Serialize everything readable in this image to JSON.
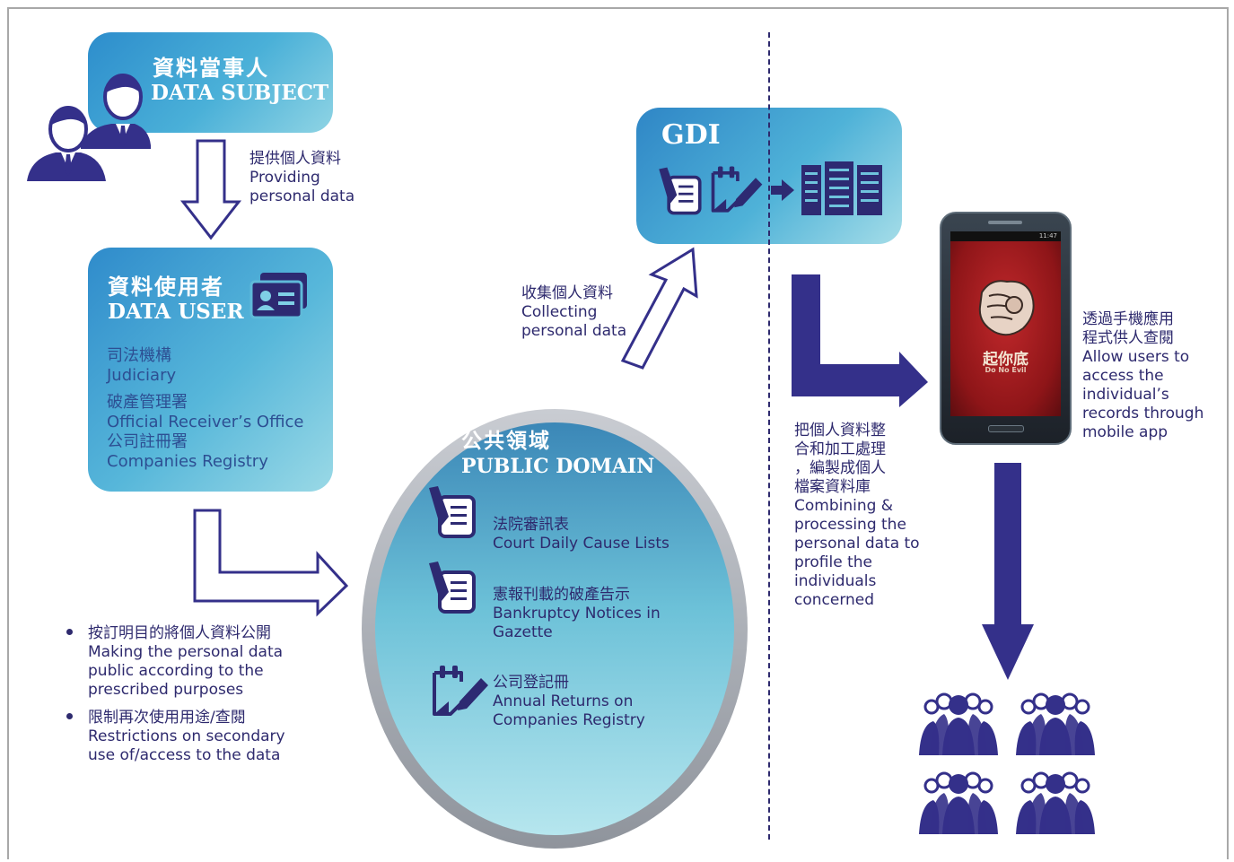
{
  "data_subject": {
    "title_zh": "資料當事人",
    "title_en": "DATA SUBJECT"
  },
  "providing": {
    "zh": "提供個人資料",
    "en_line1": "Providing",
    "en_line2": "personal data"
  },
  "data_user": {
    "title_zh": "資料使用者",
    "title_en": "DATA USER",
    "orgs": [
      {
        "zh": "司法機構",
        "en": "Judiciary"
      },
      {
        "zh": "破產管理署",
        "en": "Official Receiver’s Office"
      },
      {
        "zh": "公司註冊署",
        "en": "Companies Registry"
      }
    ]
  },
  "bullets": [
    {
      "zh": "按訂明目的將個人資料公開",
      "en_lines": [
        "Making the personal data",
        "public according to the",
        "prescribed purposes"
      ]
    },
    {
      "zh": "限制再次使用用途/查閱",
      "en_lines": [
        "Restrictions on secondary",
        "use of/access to the data"
      ]
    }
  ],
  "public_domain": {
    "title_zh": "公共領域",
    "title_en": "PUBLIC DOMAIN",
    "items": [
      {
        "zh": "法院審訊表",
        "en_lines": [
          "Court Daily Cause Lists"
        ],
        "icon": "pen-document-icon"
      },
      {
        "zh": "憲報刊載的破產告示",
        "en_lines": [
          "Bankruptcy Notices in",
          "Gazette"
        ],
        "icon": "pen-document-icon"
      },
      {
        "zh": "公司登記冊",
        "en_lines": [
          "Annual Returns on",
          "Companies Registry"
        ],
        "icon": "clipboard-pen-icon"
      }
    ]
  },
  "collecting": {
    "zh": "收集個人資料",
    "en_line1": "Collecting",
    "en_line2": "personal data"
  },
  "gdi": {
    "title": "GDI"
  },
  "combining": {
    "zh_lines": [
      "把個人資料整",
      "合和加工處理",
      "，編製成個人",
      "檔案資料庫"
    ],
    "en_lines": [
      "Combining &",
      "processing the",
      "personal data to",
      "profile the",
      "individuals",
      "concerned"
    ]
  },
  "phone": {
    "app_title": "起你底",
    "app_subtitle": "Do No Evil",
    "status_time": "11:47"
  },
  "mobile_app": {
    "zh_lines": [
      "透過手機應用",
      "程式供人查閱"
    ],
    "en_lines": [
      "Allow users to",
      "access the",
      "individual’s",
      "records through",
      "mobile app"
    ]
  },
  "colors": {
    "navy": "#2e2a6e",
    "arrow_fill": "#34308a",
    "box_blue": "#2d8dcc",
    "box_teal": "#8fd4e4"
  }
}
